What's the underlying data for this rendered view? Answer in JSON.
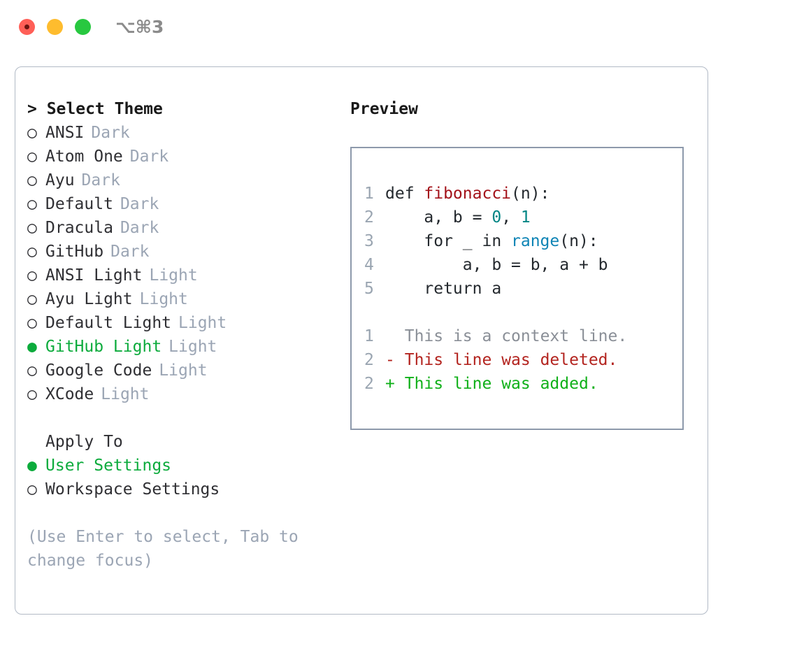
{
  "window": {
    "shortcut": "⌥⌘3",
    "traffic_lights": [
      "close-red",
      "minimize-yellow",
      "maximize-green"
    ],
    "colors": {
      "accent_green": "#0cab3c",
      "muted": "#9ba5b4",
      "text": "#2f2f33",
      "panel_border": "#b2bac6",
      "code_border": "#8d99ab"
    }
  },
  "theme_list": {
    "header": "> Select Theme",
    "items": [
      {
        "marker": "○",
        "label": "ANSI",
        "tag": "Dark",
        "selected": false
      },
      {
        "marker": "○",
        "label": "Atom One",
        "tag": "Dark",
        "selected": false
      },
      {
        "marker": "○",
        "label": "Ayu",
        "tag": "Dark",
        "selected": false
      },
      {
        "marker": "○",
        "label": "Default",
        "tag": "Dark",
        "selected": false
      },
      {
        "marker": "○",
        "label": "Dracula",
        "tag": "Dark",
        "selected": false
      },
      {
        "marker": "○",
        "label": "GitHub",
        "tag": "Dark",
        "selected": false
      },
      {
        "marker": "○",
        "label": "ANSI Light",
        "tag": "Light",
        "selected": false
      },
      {
        "marker": "○",
        "label": "Ayu Light",
        "tag": "Light",
        "selected": false
      },
      {
        "marker": "○",
        "label": "Default Light",
        "tag": "Light",
        "selected": false
      },
      {
        "marker": "●",
        "label": "GitHub Light",
        "tag": "Light",
        "selected": true
      },
      {
        "marker": "○",
        "label": "Google Code",
        "tag": "Light",
        "selected": false
      },
      {
        "marker": "○",
        "label": "XCode",
        "tag": "Light",
        "selected": false
      }
    ]
  },
  "apply_to": {
    "header": "Apply To",
    "items": [
      {
        "marker": "●",
        "label": "User Settings",
        "selected": true
      },
      {
        "marker": "○",
        "label": "Workspace Settings",
        "selected": false
      }
    ]
  },
  "hint": "(Use Enter to select, Tab to change focus)",
  "preview": {
    "title": "Preview",
    "code_lines": [
      {
        "num": "1",
        "segments": [
          {
            "text": "def ",
            "kind": "plain"
          },
          {
            "text": "fibonacci",
            "kind": "fn"
          },
          {
            "text": "(n):",
            "kind": "plain"
          }
        ]
      },
      {
        "num": "2",
        "segments": [
          {
            "text": "    a, b = ",
            "kind": "plain"
          },
          {
            "text": "0",
            "kind": "num"
          },
          {
            "text": ", ",
            "kind": "plain"
          },
          {
            "text": "1",
            "kind": "num"
          }
        ]
      },
      {
        "num": "3",
        "segments": [
          {
            "text": "    for _ in ",
            "kind": "plain"
          },
          {
            "text": "range",
            "kind": "bi"
          },
          {
            "text": "(n):",
            "kind": "plain"
          }
        ]
      },
      {
        "num": "4",
        "segments": [
          {
            "text": "        a, b = b, a + b",
            "kind": "plain"
          }
        ]
      },
      {
        "num": "5",
        "segments": [
          {
            "text": "    return a",
            "kind": "plain"
          }
        ]
      }
    ],
    "diff_lines": [
      {
        "num": "1",
        "sign": " ",
        "text": "This is a context line.",
        "kind": "ctx"
      },
      {
        "num": "2",
        "sign": "-",
        "text": "This line was deleted.",
        "kind": "del"
      },
      {
        "num": "2",
        "sign": "+",
        "text": "This line was added.",
        "kind": "add"
      }
    ]
  }
}
